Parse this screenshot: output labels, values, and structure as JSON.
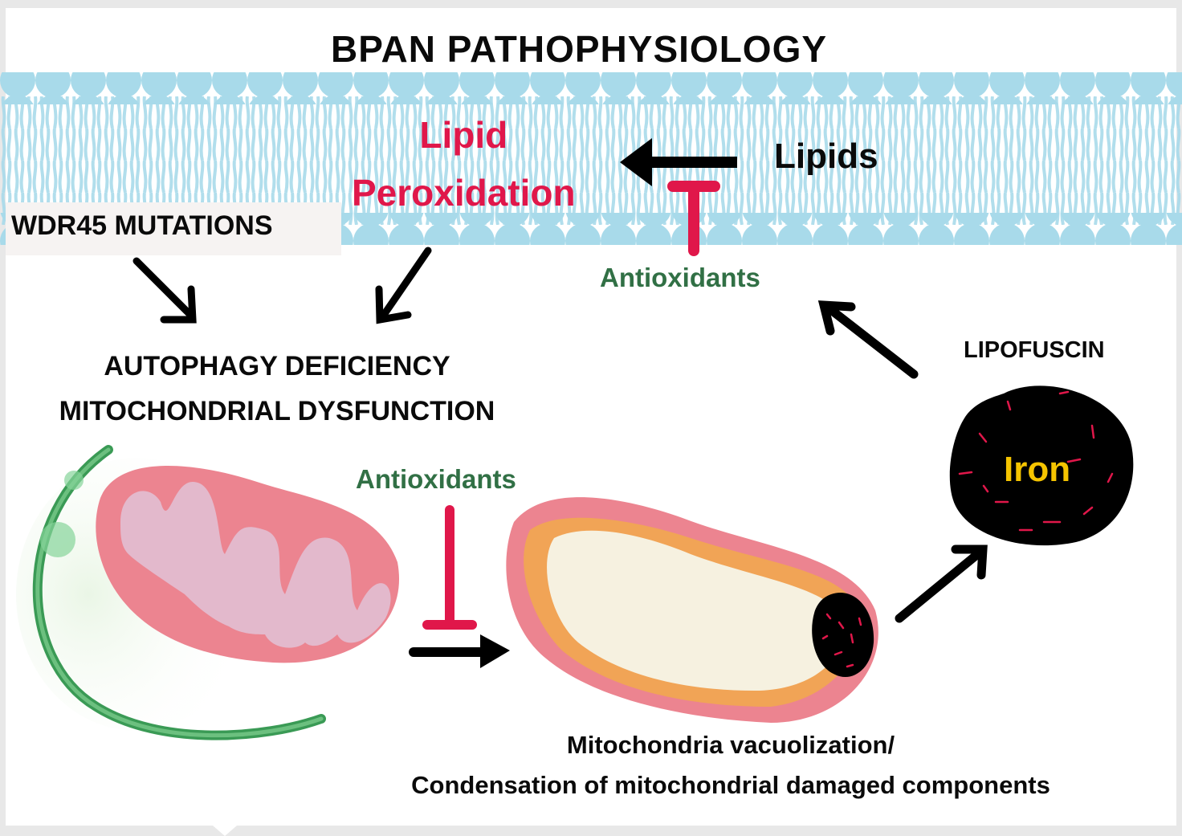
{
  "title": "BPAN PATHOPHYSIOLOGY",
  "labels": {
    "lipid_peroxidation_line1": "Lipid",
    "lipid_peroxidation_line2": "Peroxidation",
    "lipids": "Lipids",
    "wdr45_mutations": "WDR45 MUTATIONS",
    "antioxidants_top": "Antioxidants",
    "antioxidants_middle": "Antioxidants",
    "autophagy_deficiency": "AUTOPHAGY DEFICIENCY",
    "mitochondrial_dysfunction": "MITOCHONDRIAL DYSFUNCTION",
    "lipofuscin": "LIPOFUSCIN",
    "iron": "Iron",
    "caption_line1": "Mitochondria vacuolization/",
    "caption_line2": "Condensation of mitochondrial damaged components"
  },
  "colors": {
    "membrane": "#a8daea",
    "peroxidation_red": "#e0174a",
    "antioxidant_green": "#317045",
    "mitochondria_outer": "#ec8490",
    "mitochondria_inner": "#e3b9cc",
    "iron_yellow": "#f5c400",
    "phagophore_green": "#3a9a55"
  },
  "relations": [
    {
      "from": "Lipids",
      "to": "Lipid Peroxidation",
      "type": "arrow"
    },
    {
      "from": "Antioxidants",
      "to": "Lipids->Lipid Peroxidation",
      "type": "inhibition"
    },
    {
      "from": "WDR45 MUTATIONS",
      "to": "AUTOPHAGY DEFICIENCY / MITOCHONDRIAL DYSFUNCTION",
      "type": "arrow"
    },
    {
      "from": "Lipid Peroxidation",
      "to": "AUTOPHAGY DEFICIENCY / MITOCHONDRIAL DYSFUNCTION",
      "type": "arrow"
    },
    {
      "from": "Healthy mitochondrion",
      "to": "Vacuolized mitochondrion",
      "type": "arrow"
    },
    {
      "from": "Antioxidants",
      "to": "Healthy->Vacuolized mitochondrion",
      "type": "inhibition"
    },
    {
      "from": "Vacuolized mitochondrion",
      "to": "LIPOFUSCIN",
      "type": "arrow"
    },
    {
      "from": "LIPOFUSCIN",
      "to": "Antioxidants",
      "type": "arrow"
    }
  ]
}
